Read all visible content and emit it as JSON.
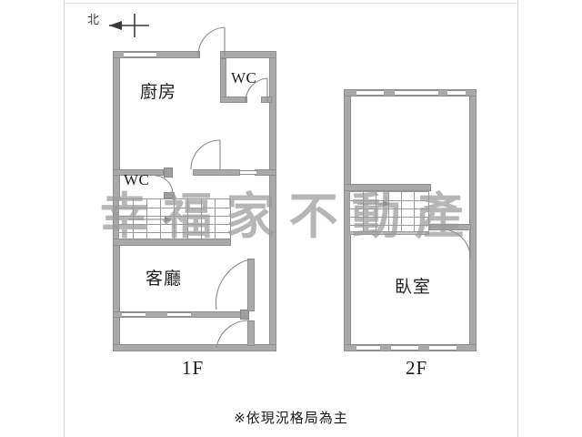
{
  "document": {
    "type": "real-estate-floor-plan",
    "footnote": "※依現況格局為主"
  },
  "compass": {
    "label": "北",
    "direction": "left",
    "icon": "north-arrow-icon"
  },
  "watermark": {
    "text": "幸福家不動產",
    "chars": [
      "幸",
      "福",
      "家",
      "不",
      "動",
      "產"
    ],
    "color": "#9a9a9a"
  },
  "floors": [
    {
      "id": "1F",
      "caption": "1F",
      "rooms": [
        {
          "key": "kitchen",
          "label": "廚房",
          "script": "cjk"
        },
        {
          "key": "wc-upper",
          "label": "WC",
          "script": "latin"
        },
        {
          "key": "wc-lower",
          "label": "WC",
          "script": "latin"
        },
        {
          "key": "living-room",
          "label": "客廳",
          "script": "cjk"
        }
      ],
      "features": [
        "staircase",
        "entry-doors",
        "interior-doors",
        "windows"
      ]
    },
    {
      "id": "2F",
      "caption": "2F",
      "rooms": [
        {
          "key": "bedroom",
          "label": "臥室",
          "script": "cjk"
        }
      ],
      "features": [
        "staircase",
        "bedroom-door",
        "windows"
      ]
    }
  ],
  "colors": {
    "wall": "#a9a9a9",
    "wall_outline": "#8f8f8f",
    "interior": "#ffffff",
    "text": "#1a1a1a",
    "frame": "#d9d9d9",
    "watermark": "#9a9a9a"
  }
}
